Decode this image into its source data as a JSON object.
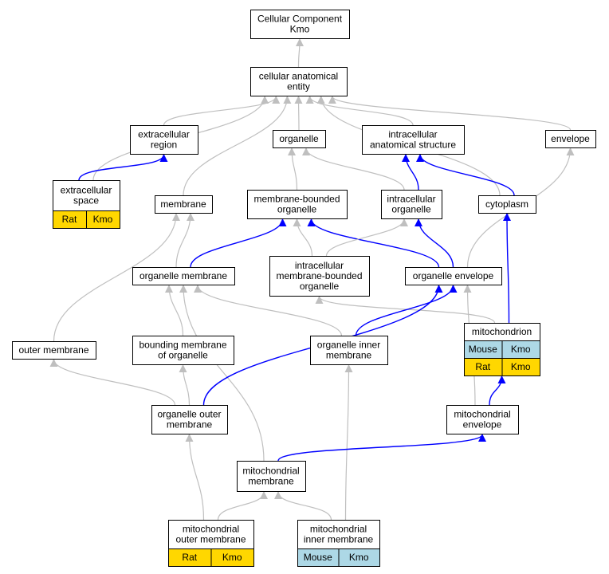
{
  "colors": {
    "gray_edge": "#bfbfbf",
    "blue_edge": "#0000ff",
    "node_border": "#000000",
    "species_rat": "#ffd700",
    "species_mouse": "#add8e6"
  },
  "nodes": {
    "root": {
      "lines": [
        "Cellular Component",
        "Kmo"
      ]
    },
    "cae": {
      "lines": [
        "cellular anatomical",
        "entity"
      ]
    },
    "extracellular_region": {
      "lines": [
        "extracellular",
        "region"
      ]
    },
    "organelle": {
      "lines": [
        "organelle"
      ]
    },
    "intracellular_anatomical_structure": {
      "lines": [
        "intracellular",
        "anatomical structure"
      ]
    },
    "envelope": {
      "lines": [
        "envelope"
      ]
    },
    "extracellular_space": {
      "lines": [
        "extracellular",
        "space"
      ],
      "badges": [
        [
          "Rat",
          "Kmo"
        ]
      ]
    },
    "membrane": {
      "lines": [
        "membrane"
      ]
    },
    "membrane_bounded_organelle": {
      "lines": [
        "membrane-bounded",
        "organelle"
      ]
    },
    "intracellular_organelle": {
      "lines": [
        "intracellular",
        "organelle"
      ]
    },
    "cytoplasm": {
      "lines": [
        "cytoplasm"
      ]
    },
    "organelle_membrane": {
      "lines": [
        "organelle membrane"
      ]
    },
    "imbo": {
      "lines": [
        "intracellular",
        "membrane-bounded",
        "organelle"
      ]
    },
    "organelle_envelope": {
      "lines": [
        "organelle envelope"
      ]
    },
    "mitochondrion": {
      "lines": [
        "mitochondrion"
      ],
      "badges": [
        [
          "Mouse",
          "Kmo"
        ],
        [
          "Rat",
          "Kmo"
        ]
      ]
    },
    "outer_membrane": {
      "lines": [
        "outer membrane"
      ]
    },
    "bounding_membrane": {
      "lines": [
        "bounding membrane",
        "of organelle"
      ]
    },
    "organelle_inner_membrane": {
      "lines": [
        "organelle inner",
        "membrane"
      ]
    },
    "organelle_outer_membrane": {
      "lines": [
        "organelle outer",
        "membrane"
      ]
    },
    "mitochondrial_envelope": {
      "lines": [
        "mitochondrial",
        "envelope"
      ]
    },
    "mitochondrial_membrane": {
      "lines": [
        "mitochondrial",
        "membrane"
      ]
    },
    "mitochondrial_outer_membrane": {
      "lines": [
        "mitochondrial",
        "outer membrane"
      ],
      "badges": [
        [
          "Rat",
          "Kmo"
        ]
      ]
    },
    "mitochondrial_inner_membrane": {
      "lines": [
        "mitochondrial",
        "inner membrane"
      ],
      "badges": [
        [
          "Mouse",
          "Kmo"
        ]
      ]
    }
  },
  "edges": [
    {
      "from": "cae",
      "to": "root",
      "kind": "gray"
    },
    {
      "from": "extracellular_region",
      "to": "cae",
      "kind": "gray"
    },
    {
      "from": "organelle",
      "to": "cae",
      "kind": "gray"
    },
    {
      "from": "intracellular_anatomical_structure",
      "to": "cae",
      "kind": "gray"
    },
    {
      "from": "envelope",
      "to": "cae",
      "kind": "gray"
    },
    {
      "from": "extracellular_space",
      "to": "cae",
      "kind": "gray"
    },
    {
      "from": "membrane",
      "to": "cae",
      "kind": "gray"
    },
    {
      "from": "cytoplasm",
      "to": "cae",
      "kind": "gray"
    },
    {
      "from": "extracellular_space",
      "to": "extracellular_region",
      "kind": "blue"
    },
    {
      "from": "membrane_bounded_organelle",
      "to": "organelle",
      "kind": "gray"
    },
    {
      "from": "intracellular_organelle",
      "to": "organelle",
      "kind": "gray"
    },
    {
      "from": "intracellular_organelle",
      "to": "intracellular_anatomical_structure",
      "kind": "blue"
    },
    {
      "from": "cytoplasm",
      "to": "intracellular_anatomical_structure",
      "kind": "blue"
    },
    {
      "from": "organelle_envelope",
      "to": "envelope",
      "kind": "gray"
    },
    {
      "from": "organelle_membrane",
      "to": "membrane",
      "kind": "gray"
    },
    {
      "from": "outer_membrane",
      "to": "membrane",
      "kind": "gray"
    },
    {
      "from": "organelle_membrane",
      "to": "membrane_bounded_organelle",
      "kind": "blue"
    },
    {
      "from": "organelle_envelope",
      "to": "membrane_bounded_organelle",
      "kind": "blue"
    },
    {
      "from": "imbo",
      "to": "membrane_bounded_organelle",
      "kind": "gray"
    },
    {
      "from": "imbo",
      "to": "intracellular_organelle",
      "kind": "gray"
    },
    {
      "from": "organelle_envelope",
      "to": "intracellular_organelle",
      "kind": "blue"
    },
    {
      "from": "mitochondrion",
      "to": "cytoplasm",
      "kind": "blue"
    },
    {
      "from": "mitochondrion",
      "to": "imbo",
      "kind": "gray"
    },
    {
      "from": "bounding_membrane",
      "to": "organelle_membrane",
      "kind": "gray"
    },
    {
      "from": "organelle_inner_membrane",
      "to": "organelle_membrane",
      "kind": "gray"
    },
    {
      "from": "mitochondrial_membrane",
      "to": "organelle_membrane",
      "kind": "gray"
    },
    {
      "from": "organelle_inner_membrane",
      "to": "organelle_envelope",
      "kind": "blue"
    },
    {
      "from": "organelle_outer_membrane",
      "to": "organelle_envelope",
      "kind": "blue"
    },
    {
      "from": "mitochondrial_envelope",
      "to": "organelle_envelope",
      "kind": "gray"
    },
    {
      "from": "mitochondrial_envelope",
      "to": "mitochondrion",
      "kind": "blue"
    },
    {
      "from": "organelle_outer_membrane",
      "to": "outer_membrane",
      "kind": "gray"
    },
    {
      "from": "organelle_outer_membrane",
      "to": "bounding_membrane",
      "kind": "gray"
    },
    {
      "from": "mitochondrial_inner_membrane",
      "to": "organelle_inner_membrane",
      "kind": "gray"
    },
    {
      "from": "mitochondrial_membrane",
      "to": "mitochondrial_envelope",
      "kind": "blue"
    },
    {
      "from": "mitochondrial_outer_membrane",
      "to": "organelle_outer_membrane",
      "kind": "gray"
    },
    {
      "from": "mitochondrial_outer_membrane",
      "to": "mitochondrial_membrane",
      "kind": "gray"
    },
    {
      "from": "mitochondrial_inner_membrane",
      "to": "mitochondrial_membrane",
      "kind": "gray"
    }
  ]
}
